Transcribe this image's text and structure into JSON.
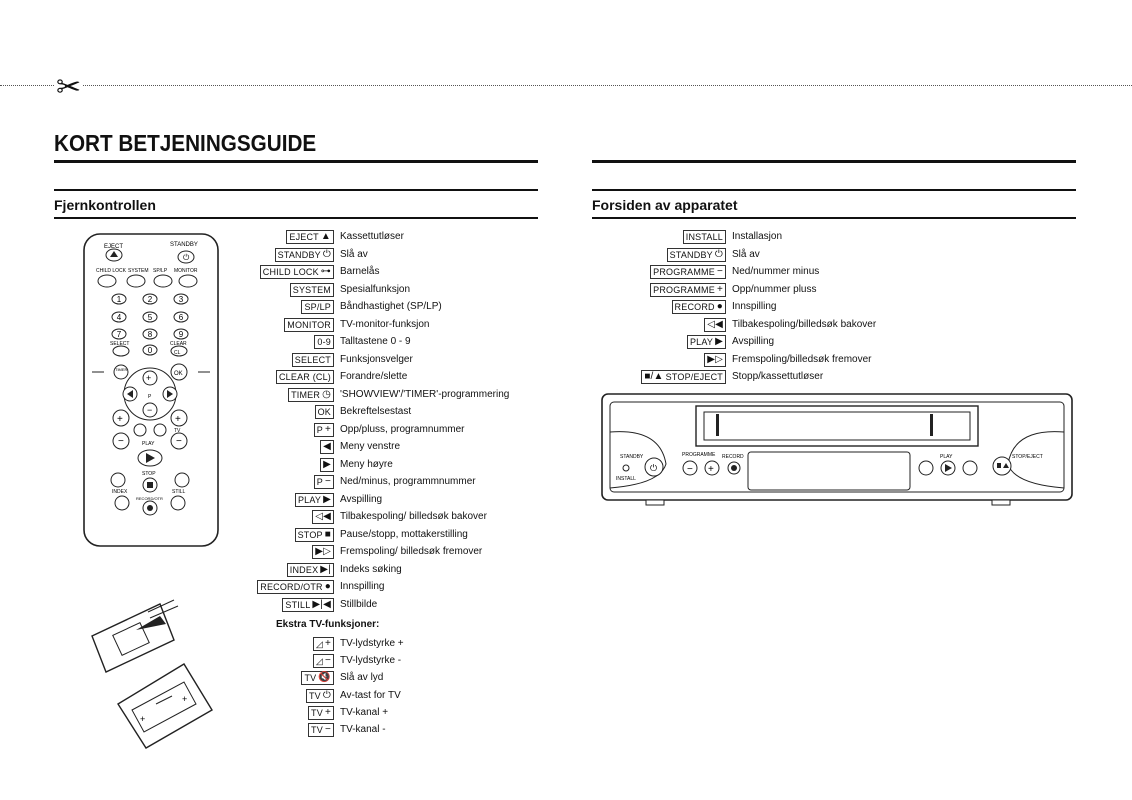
{
  "header": {
    "title": "KORT BETJENINGSGUIDE",
    "scissors_glyph": "✂"
  },
  "left": {
    "section_title": "Fjernkontrollen",
    "items": [
      {
        "key": "EJECT",
        "sym": "▲",
        "desc": "Kassettutløser"
      },
      {
        "key": "STANDBY",
        "sym": "⏻",
        "desc": "Slå av"
      },
      {
        "key": "CHILD LOCK",
        "sym": "⊶",
        "desc": "Barnelås"
      },
      {
        "key": "SYSTEM",
        "sym": "",
        "desc": "Spesialfunksjon"
      },
      {
        "key": "SP/LP",
        "sym": "",
        "desc": "Båndhastighet (SP/LP)"
      },
      {
        "key": "MONITOR",
        "sym": "",
        "desc": "TV-monitor-funksjon"
      },
      {
        "key": "0-9",
        "sym": "",
        "desc": "Talltastene 0 - 9"
      },
      {
        "key": "SELECT",
        "sym": "",
        "desc": "Funksjonsvelger"
      },
      {
        "key": "CLEAR (CL)",
        "sym": "",
        "desc": "Forandre/slette"
      },
      {
        "key": "TIMER",
        "sym": "◷",
        "desc": "'SHOWVIEW'/'TIMER'-programmering"
      },
      {
        "key": "OK",
        "sym": "",
        "desc": "Bekreftelsestast"
      },
      {
        "key": "P",
        "sym": "+",
        "desc": "Opp/pluss, programnummer"
      },
      {
        "key": "",
        "sym": "◀",
        "desc": "Meny venstre"
      },
      {
        "key": "",
        "sym": "▶",
        "desc": "Meny høyre"
      },
      {
        "key": "P",
        "sym": "−",
        "desc": "Ned/minus, programmnummer"
      },
      {
        "key": "PLAY",
        "sym": "▶",
        "desc": "Avspilling"
      },
      {
        "key": "",
        "sym": "◁◀",
        "desc": "Tilbakespoling/ billedsøk bakover"
      },
      {
        "key": "STOP",
        "sym": "■",
        "desc": "Pause/stopp, mottakerstilling"
      },
      {
        "key": "",
        "sym": "▶▷",
        "desc": "Fremspoling/ billedsøk fremover"
      },
      {
        "key": "INDEX",
        "sym": "▶|",
        "desc": "Indeks søking"
      },
      {
        "key": "RECORD/OTR",
        "sym": "●",
        "desc": "Innspilling"
      },
      {
        "key": "STILL",
        "sym": "▶|◀",
        "desc": "Stillbilde"
      }
    ],
    "extra_title": "Ekstra TV-funksjoner:",
    "extra_items": [
      {
        "key": "◿",
        "sym": "+",
        "desc": "TV-lydstyrke +"
      },
      {
        "key": "◿",
        "sym": "−",
        "desc": "TV-lydstyrke -"
      },
      {
        "key": "TV",
        "sym": "🔇",
        "desc": "Slå av lyd"
      },
      {
        "key": "TV",
        "sym": "⏻",
        "desc": "Av-tast for TV"
      },
      {
        "key": "TV",
        "sym": "+",
        "desc": "TV-kanal +"
      },
      {
        "key": "TV",
        "sym": "−",
        "desc": "TV-kanal -"
      }
    ],
    "remote_labels": {
      "eject": "EJECT",
      "standby": "STANDBY",
      "child_lock": "CHILD LOCK",
      "system": "SYSTEM",
      "splp": "SP/LP",
      "monitor": "MONITOR",
      "select": "SELECT",
      "clear": "CLEAR",
      "cl": "CL",
      "timer": "TIMER",
      "ok": "OK",
      "p": "P",
      "tv": "TV",
      "play": "PLAY",
      "stop": "STOP",
      "index": "INDEX",
      "still": "STILL",
      "record_otr": "RECORD/OTR",
      "digits": [
        "1",
        "2",
        "3",
        "4",
        "5",
        "6",
        "7",
        "8",
        "9",
        "0"
      ]
    }
  },
  "right": {
    "section_title": "Forsiden av apparatet",
    "items": [
      {
        "key": "INSTALL",
        "sym": "",
        "desc": "Installasjon"
      },
      {
        "key": "STANDBY",
        "sym": "⏻",
        "desc": "Slå av"
      },
      {
        "key": "PROGRAMME",
        "sym": "−",
        "desc": "Ned/nummer minus"
      },
      {
        "key": "PROGRAMME",
        "sym": "+",
        "desc": "Opp/nummer pluss"
      },
      {
        "key": "RECORD",
        "sym": "●",
        "desc": "Innspilling"
      },
      {
        "key": "",
        "sym": "◁◀",
        "desc": "Tilbakespoling/billedsøk bakover"
      },
      {
        "key": "PLAY",
        "sym": "▶",
        "desc": "Avspilling"
      },
      {
        "key": "",
        "sym": "▶▷",
        "desc": "Fremspoling/billedsøk fremover"
      },
      {
        "key": "STOP/EJECT",
        "sym": "■/▲",
        "desc": "Stopp/kassettutløser",
        "sym_first": true
      }
    ],
    "vcr_labels": {
      "standby": "STANDBY",
      "install": "INSTALL",
      "programme": "PROGRAMME",
      "record": "RECORD",
      "play": "PLAY",
      "stop_eject": "STOP/EJECT"
    }
  }
}
